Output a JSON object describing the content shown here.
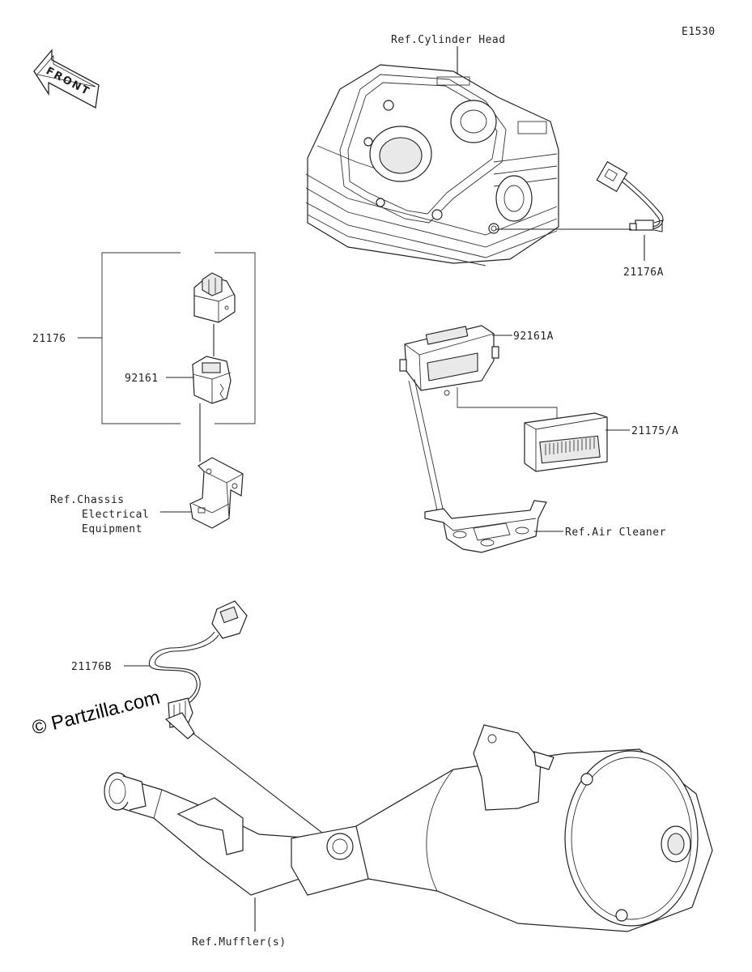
{
  "diagram_code": "E1530",
  "front_label": "FRONT",
  "watermark": "© Partzilla.com",
  "labels": {
    "ref_cylinder_head": "Ref.Cylinder Head",
    "p_21176A": "21176A",
    "p_21176": "21176",
    "p_92161": "92161",
    "p_92161A": "92161A",
    "p_21175A": "21175/A",
    "ref_chassis_1": "Ref.Chassis",
    "ref_chassis_2": "Electrical",
    "ref_chassis_3": "Equipment",
    "ref_air_cleaner": "Ref.Air Cleaner",
    "p_21176B": "21176B",
    "ref_muffler": "Ref.Muffler(s)"
  }
}
